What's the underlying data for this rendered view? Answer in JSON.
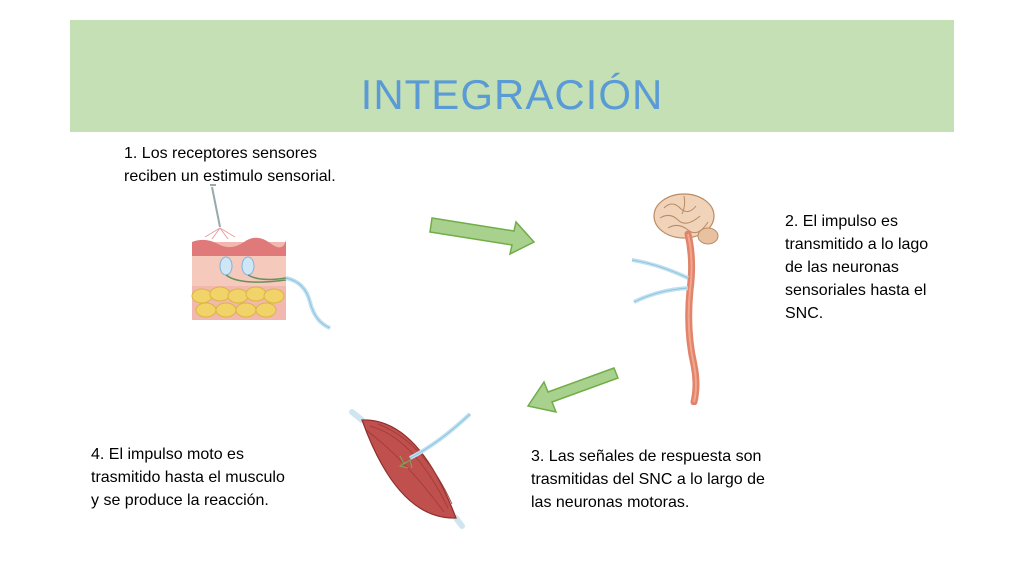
{
  "title": "INTEGRACIÓN",
  "steps": [
    {
      "id": "step1",
      "text": "1. Los receptores sensores\nreciben un estimulo sensorial."
    },
    {
      "id": "step2",
      "text": "2. El impulso es\ntransmitido a lo lago\nde las neuronas\nsensoriales hasta el\nSNC."
    },
    {
      "id": "step3",
      "text": "3. Las señales de respuesta son\ntrasmitidas del SNC a lo largo de\nlas neuronas motoras."
    },
    {
      "id": "step4",
      "text": "4. El impulso moto es\ntrasmitido hasta el musculo\ny se produce la reacción."
    }
  ],
  "colors": {
    "title_band": "#c5e0b4",
    "title_text": "#5b9bd5",
    "arrow_fill": "#a9d18e",
    "arrow_stroke": "#70ad47"
  }
}
